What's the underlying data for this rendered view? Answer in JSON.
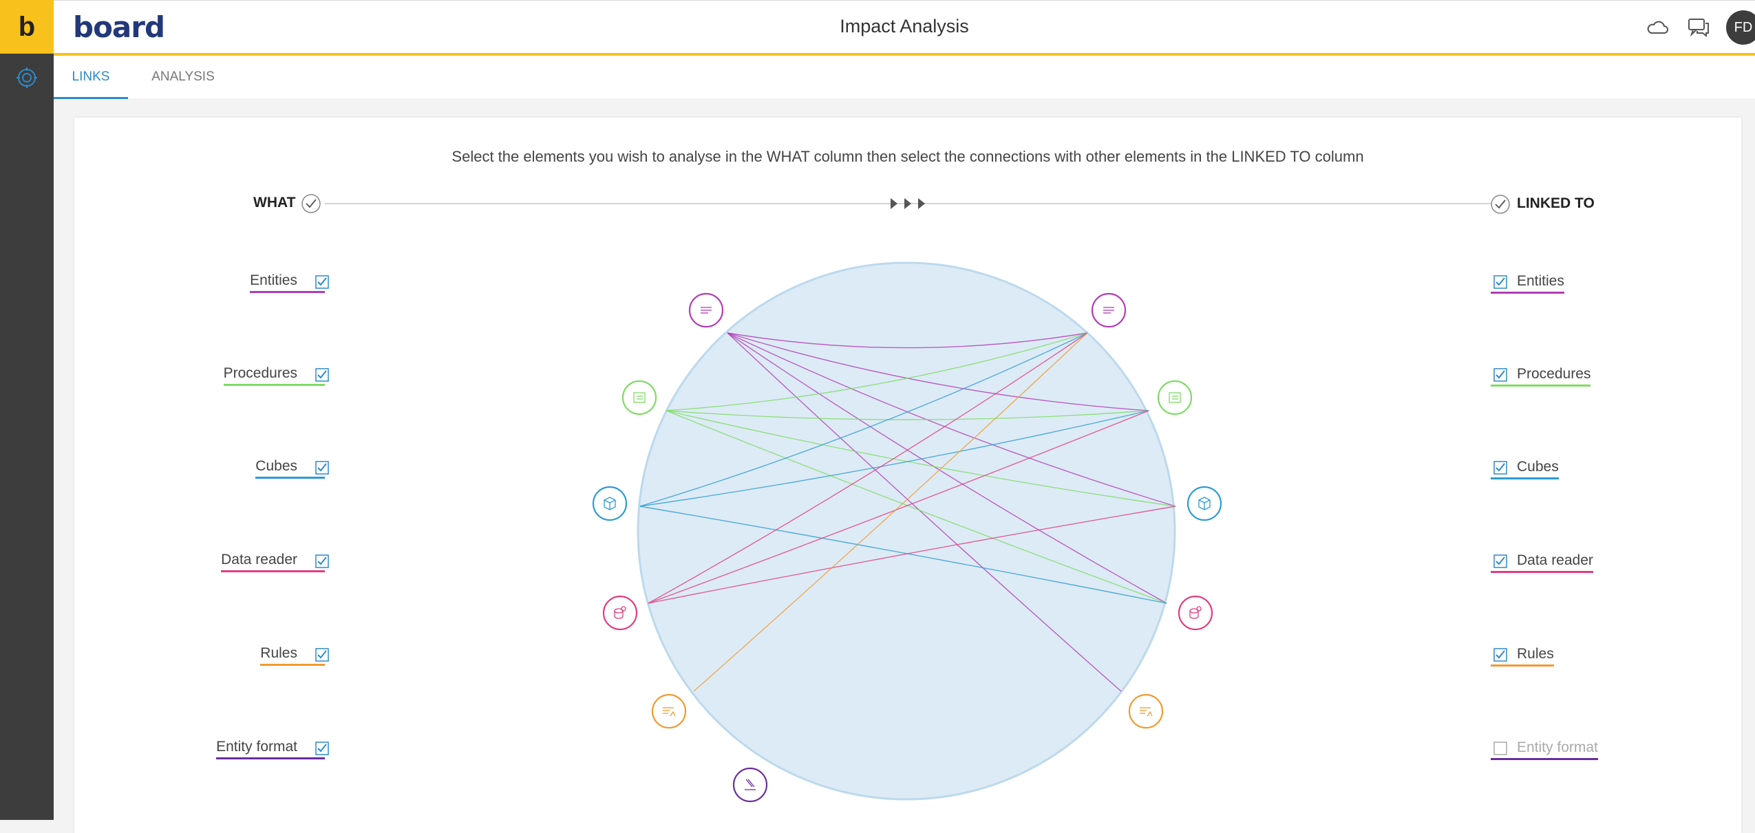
{
  "app": {
    "brand": "board",
    "title": "Impact Analysis",
    "user_initials": "FD"
  },
  "icons": {
    "cloud": "cloud-icon",
    "chat": "chat-icon",
    "impact": "impact-analysis-icon"
  },
  "tabs": [
    {
      "label": "LINKS",
      "active": true
    },
    {
      "label": "ANALYSIS",
      "active": false
    }
  ],
  "instruction": "Select the elements you wish to analyse in the WHAT column then select the connections with other elements in the LINKED TO column",
  "what_header": "WHAT",
  "linked_header": "LINKED TO",
  "categories": [
    {
      "key": "entities",
      "label": "Entities",
      "color": "#b23bb8",
      "what_checked": true,
      "linked_checked": true
    },
    {
      "key": "procedures",
      "label": "Procedures",
      "color": "#7ddc63",
      "what_checked": true,
      "linked_checked": true
    },
    {
      "key": "cubes",
      "label": "Cubes",
      "color": "#2b9bd6",
      "what_checked": true,
      "linked_checked": true
    },
    {
      "key": "data_reader",
      "label": "Data reader",
      "color": "#e23c7f",
      "what_checked": true,
      "linked_checked": true
    },
    {
      "key": "rules",
      "label": "Rules",
      "color": "#f29a2e",
      "what_checked": true,
      "linked_checked": true
    },
    {
      "key": "entity_format",
      "label": "Entity format",
      "color": "#6a2c9e",
      "what_checked": true,
      "linked_checked": false
    }
  ],
  "links": [
    {
      "from": "entities",
      "to": "entities",
      "color": "#b23bb8"
    },
    {
      "from": "entities",
      "to": "procedures",
      "color": "#b23bb8"
    },
    {
      "from": "entities",
      "to": "cubes",
      "color": "#b23bb8"
    },
    {
      "from": "entities",
      "to": "data_reader",
      "color": "#b23bb8"
    },
    {
      "from": "entities",
      "to": "rules",
      "color": "#b23bb8"
    },
    {
      "from": "procedures",
      "to": "entities",
      "color": "#7ddc63"
    },
    {
      "from": "procedures",
      "to": "procedures",
      "color": "#7ddc63"
    },
    {
      "from": "procedures",
      "to": "cubes",
      "color": "#7ddc63"
    },
    {
      "from": "procedures",
      "to": "data_reader",
      "color": "#7ddc63"
    },
    {
      "from": "cubes",
      "to": "entities",
      "color": "#2b9bd6"
    },
    {
      "from": "cubes",
      "to": "procedures",
      "color": "#2b9bd6"
    },
    {
      "from": "cubes",
      "to": "data_reader",
      "color": "#2b9bd6"
    },
    {
      "from": "data_reader",
      "to": "entities",
      "color": "#e23c7f"
    },
    {
      "from": "data_reader",
      "to": "procedures",
      "color": "#e23c7f"
    },
    {
      "from": "data_reader",
      "to": "cubes",
      "color": "#e23c7f"
    },
    {
      "from": "rules",
      "to": "entities",
      "color": "#f29a2e"
    }
  ]
}
